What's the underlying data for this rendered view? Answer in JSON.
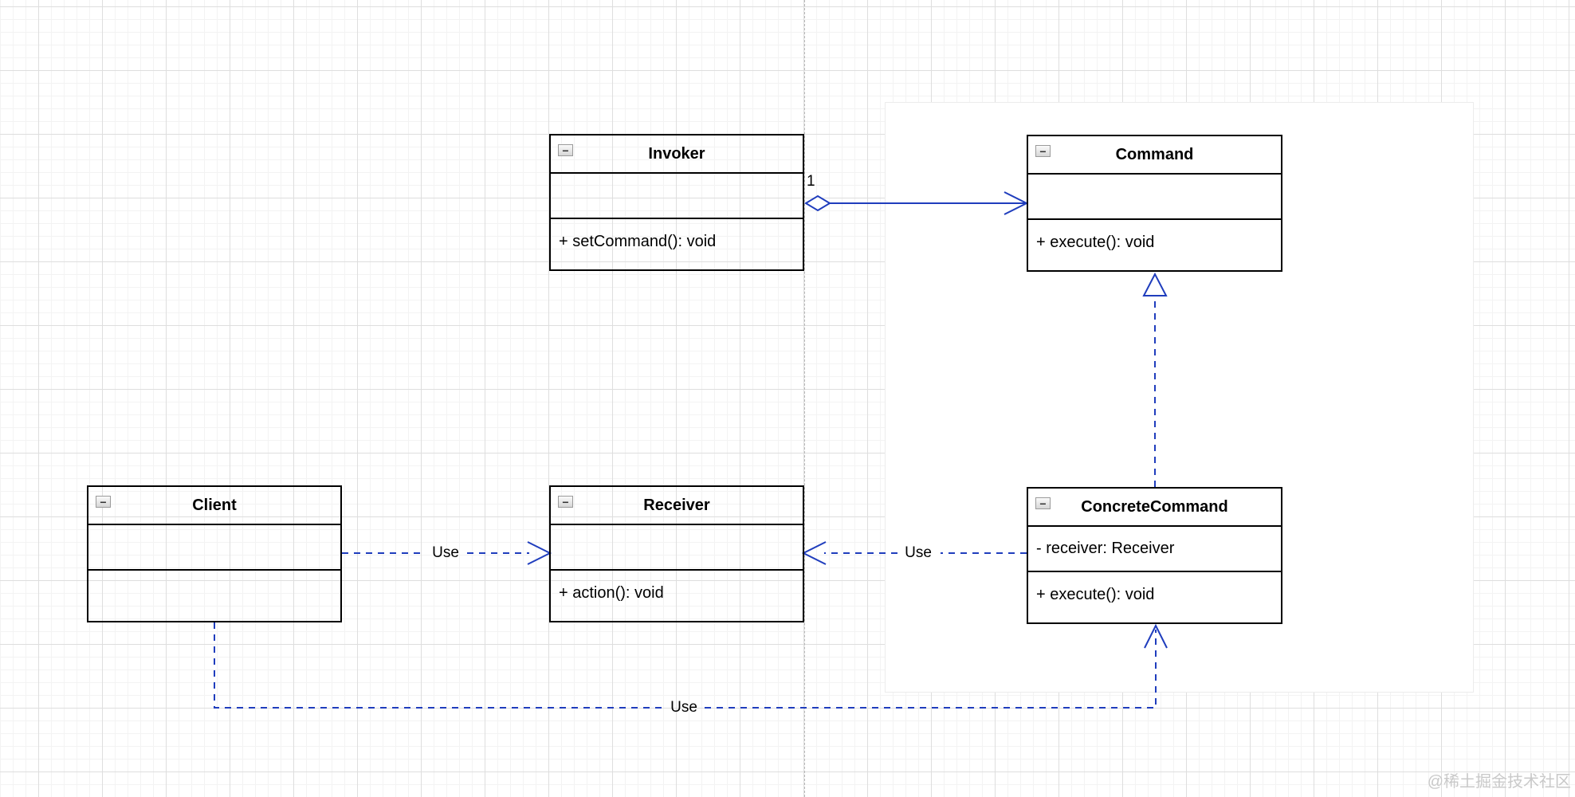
{
  "ui": {
    "collapse_glyph": "−"
  },
  "colors": {
    "edge_blue": "#1f3dbd",
    "box_border": "#000000",
    "grid_minor": "#f3f3f3",
    "grid_major": "#dedede",
    "watermark_gray": "#c9c9c9"
  },
  "diagram": {
    "pattern": "Command",
    "classes": [
      {
        "name": "Invoker",
        "attributes": [],
        "methods": [
          "+ setCommand(): void"
        ]
      },
      {
        "name": "Command",
        "attributes": [],
        "methods": [
          "+ execute(): void"
        ]
      },
      {
        "name": "Client",
        "attributes": [],
        "methods": []
      },
      {
        "name": "Receiver",
        "attributes": [],
        "methods": [
          "+ action(): void"
        ]
      },
      {
        "name": "ConcreteCommand",
        "attributes": [
          "- receiver: Receiver"
        ],
        "methods": [
          "+ execute(): void"
        ]
      }
    ],
    "edges": {
      "aggregation_invoker_command": {
        "multiplicity": "1"
      },
      "use_client_receiver": {
        "label": "Use"
      },
      "use_concrete_receiver": {
        "label": "Use"
      },
      "use_client_concrete": {
        "label": "Use"
      }
    }
  },
  "watermark": {
    "text": "@稀土掘金技术社区"
  }
}
